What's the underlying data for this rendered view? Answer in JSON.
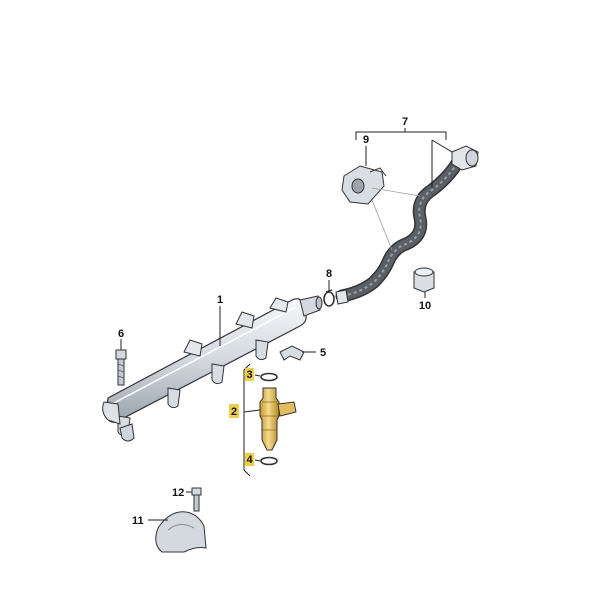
{
  "callouts": {
    "c1": "1",
    "c2": "2",
    "c3": "3",
    "c4": "4",
    "c5": "5",
    "c6": "6",
    "c7": "7",
    "c8": "8",
    "c9": "9",
    "c10": "10",
    "c11": "11",
    "c12": "12"
  },
  "colors": {
    "highlight": "#f2d03b",
    "metal_light": "#eef1f4",
    "metal_mid": "#c9d0d7",
    "metal_dark": "#8e979f",
    "hose": "#4a4f55",
    "injector": "#e7c56a"
  }
}
